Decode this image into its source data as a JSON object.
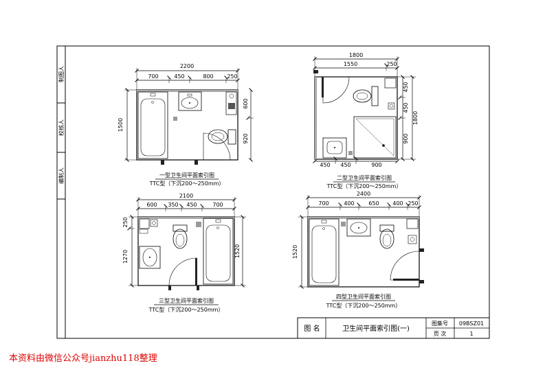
{
  "side_labels": [
    "制图人",
    "校核人",
    "编制人"
  ],
  "plans": [
    {
      "caption": "一型卫生间平面索引图",
      "subcaption": "TTC型（下沉200～250mm）",
      "overall_width": "2200",
      "width_segments": [
        "700",
        "450",
        "800",
        "250"
      ],
      "left_height": "1500",
      "right_heights": [
        "600",
        "920"
      ]
    },
    {
      "caption": "二型卫生间平面索引图",
      "subcaption": "TTC型（下沉200～250mm）",
      "overall_width": "1800",
      "top_segments": [
        "1550",
        "250"
      ],
      "bottom_segments": [
        "450",
        "450",
        "900"
      ],
      "right_inner_heights": [
        "450",
        "450",
        "900"
      ],
      "right_overall_height": "1800"
    },
    {
      "caption": "三型卫生间平面索引图",
      "subcaption": "TTC型（下沉200～250mm）",
      "overall_width": "2100",
      "width_segments": [
        "600",
        "350",
        "450",
        "700"
      ],
      "left_heights": [
        "250",
        "1270"
      ],
      "right_height": "1520"
    },
    {
      "caption": "四型卫生间平面索引图",
      "subcaption": "TTC型（下沉200～250mm）",
      "overall_width": "2400",
      "width_segments": [
        "700",
        "400",
        "650",
        "400",
        "250"
      ],
      "left_height": "1520"
    }
  ],
  "title_block": {
    "name_label": "图 名",
    "drawing_title": "卫生间平面索引图(一)",
    "atlas_label": "图集号",
    "atlas_value": "09BSZ01",
    "page_label": "页 次",
    "page_value": "1"
  },
  "watermark": "本资料由微信公众号jianzhu118整理"
}
